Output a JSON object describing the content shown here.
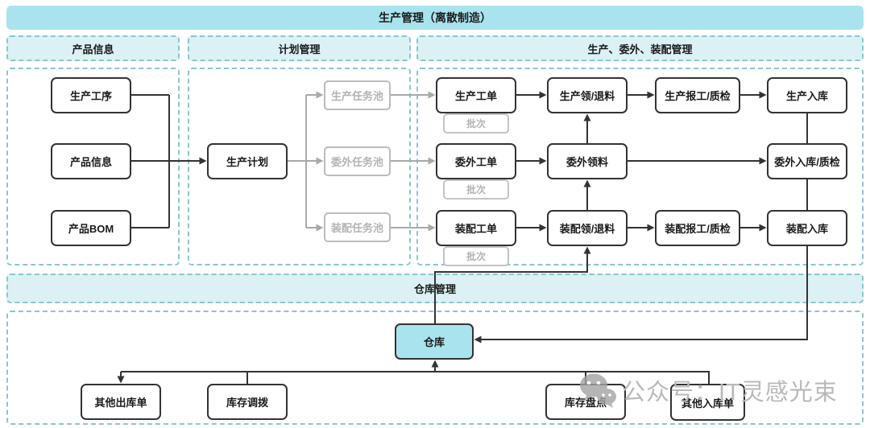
{
  "title": "生产管理（离散制造）",
  "sections": {
    "product_info": "产品信息",
    "plan_mgmt": "计划管理",
    "prod_out_asm_mgmt": "生产、委外、装配管理",
    "warehouse_mgmt": "仓库管理"
  },
  "nodes": {
    "prod_process": "生产工序",
    "product_info": "产品信息",
    "product_bom": "产品BOM",
    "prod_plan": "生产计划",
    "prod_task_pool": "生产任务池",
    "outsource_task_pool": "委外任务池",
    "assembly_task_pool": "装配任务池",
    "prod_order": "生产工单",
    "prod_pick_return": "生产领/退料",
    "prod_report_qc": "生产报工/质检",
    "prod_inbound": "生产入库",
    "outsource_order": "委外工单",
    "outsource_pick": "委外领料",
    "outsource_inbound_qc": "委外入库/质检",
    "assembly_order": "装配工单",
    "assembly_pick_return": "装配领/退料",
    "assembly_report_qc": "装配报工/质检",
    "assembly_inbound": "装配入库",
    "batch": "批次",
    "warehouse": "仓库",
    "other_outbound": "其他出库单",
    "inventory_transfer": "库存调拨",
    "inventory_count": "库存盘点",
    "other_inbound": "其他入库单"
  },
  "watermark": {
    "icon": "wechat-icon",
    "text": "公众号：IT灵感光束"
  },
  "colors": {
    "banner_fill": "#a9e4ee",
    "header_fill": "#dcf1f4",
    "dashed_border": "#8bc6cf",
    "node_border": "#333333",
    "gray_node": "#b3b3b3",
    "arrow": "#333333",
    "gray_arrow": "#a9a9a9",
    "highlight_fill": "#a9e4ee",
    "watermark_text": "#b9b9b9"
  }
}
